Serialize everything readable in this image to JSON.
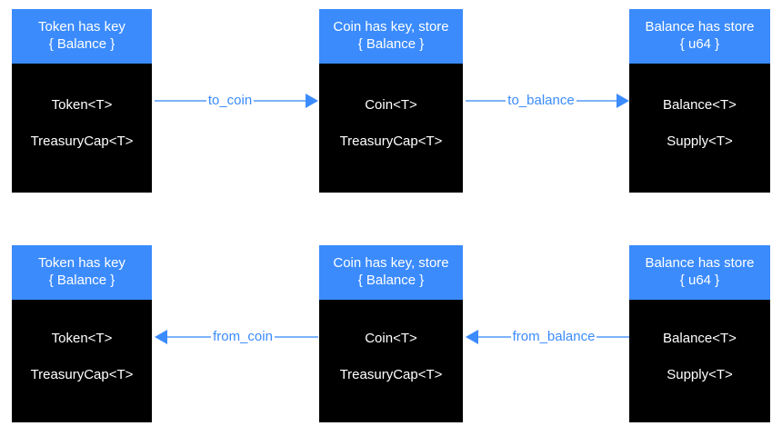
{
  "diagram": {
    "type": "flow-diagram",
    "accent_color": "#3b8bfd",
    "line_color": "#7db2fd",
    "node_body_color": "#000000",
    "background": "#ffffff",
    "rows": [
      {
        "direction": "left-to-right",
        "nodes": [
          {
            "header": "Token has key\n{ Balance }",
            "lines": [
              "Token<T>",
              "TreasuryCap<T>"
            ]
          },
          {
            "header": "Coin has key, store\n{ Balance }",
            "lines": [
              "Coin<T>",
              "TreasuryCap<T>"
            ]
          },
          {
            "header": "Balance has store\n{ u64 }",
            "lines": [
              "Balance<T>",
              "Supply<T>"
            ]
          }
        ],
        "edges": [
          {
            "label": "to_coin",
            "direction": "right"
          },
          {
            "label": "to_balance",
            "direction": "right"
          }
        ]
      },
      {
        "direction": "right-to-left",
        "nodes": [
          {
            "header": "Token has key\n{ Balance }",
            "lines": [
              "Token<T>",
              "TreasuryCap<T>"
            ]
          },
          {
            "header": "Coin has key, store\n{ Balance }",
            "lines": [
              "Coin<T>",
              "TreasuryCap<T>"
            ]
          },
          {
            "header": "Balance has store\n{ u64 }",
            "lines": [
              "Balance<T>",
              "Supply<T>"
            ]
          }
        ],
        "edges": [
          {
            "label": "from_coin",
            "direction": "left"
          },
          {
            "label": "from_balance",
            "direction": "left"
          }
        ]
      }
    ]
  }
}
